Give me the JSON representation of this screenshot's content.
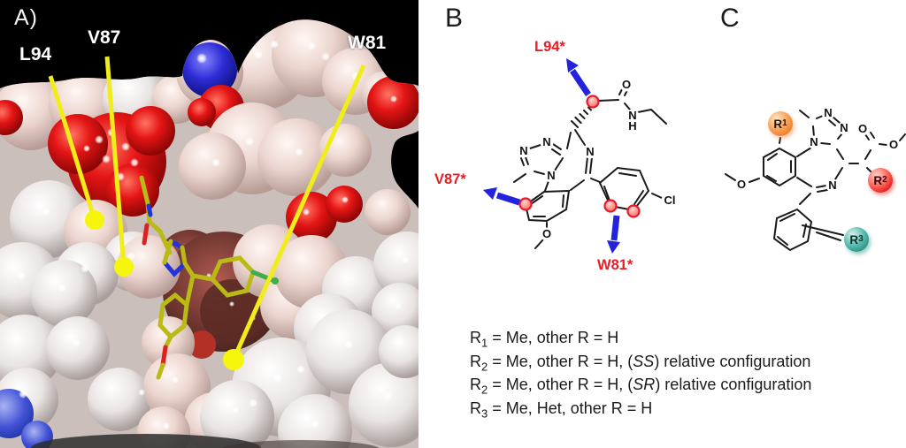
{
  "panelA": {
    "label": "A)",
    "residues": [
      {
        "label": "L94"
      },
      {
        "label": "V87"
      },
      {
        "label": "W81"
      }
    ]
  },
  "panelB": {
    "label": "B",
    "residues": [
      {
        "label": "L94*"
      },
      {
        "label": "V87*"
      },
      {
        "label": "W81*"
      }
    ],
    "atoms": [
      {
        "label": "O"
      },
      {
        "label": "N"
      },
      {
        "label": "H"
      },
      {
        "label": "N"
      },
      {
        "label": "N"
      },
      {
        "label": "N"
      },
      {
        "label": "N"
      },
      {
        "label": "O"
      },
      {
        "label": "Cl"
      }
    ]
  },
  "panelC": {
    "label": "C",
    "atoms": [
      {
        "label": "N"
      },
      {
        "label": "N"
      },
      {
        "label": "N"
      },
      {
        "label": "N"
      },
      {
        "label": "O"
      },
      {
        "label": "O"
      },
      {
        "label": "O"
      }
    ],
    "r_groups": [
      {
        "main": "R",
        "sub": "1"
      },
      {
        "main": "R",
        "sub": "2"
      },
      {
        "main": "R",
        "sub": "3"
      }
    ]
  },
  "legend": {
    "lines": [
      {
        "r": "R",
        "sub": "1",
        "mid": " = Me, other R = H",
        "italic": "",
        "post": ""
      },
      {
        "r": "R",
        "sub": "2",
        "mid": " = Me, other R = H, (",
        "italic": "SS",
        "post": ") relative configuration"
      },
      {
        "r": "R",
        "sub": "2",
        "mid": " = Me, other R = H, (",
        "italic": "SR",
        "post": ") relative configuration"
      },
      {
        "r": "R",
        "sub": "3",
        "mid": " = Me, Het, other R = H",
        "italic": "",
        "post": ""
      }
    ]
  },
  "colors": {
    "panel_a_background": "#000000",
    "page_background": "#ffffff",
    "residue_label_red": "#ea1c24",
    "arrow_blue": "#2323dd",
    "pointer_yellow": "#f2ef1d",
    "surface_red": "#e01010",
    "surface_blue": "#2a2ad0",
    "ligand_carbon_yellow": "#b9ba15",
    "r1_orange": "#ef7d2a",
    "r2_red": "#e81414",
    "r3_teal": "#2a9d8f"
  }
}
